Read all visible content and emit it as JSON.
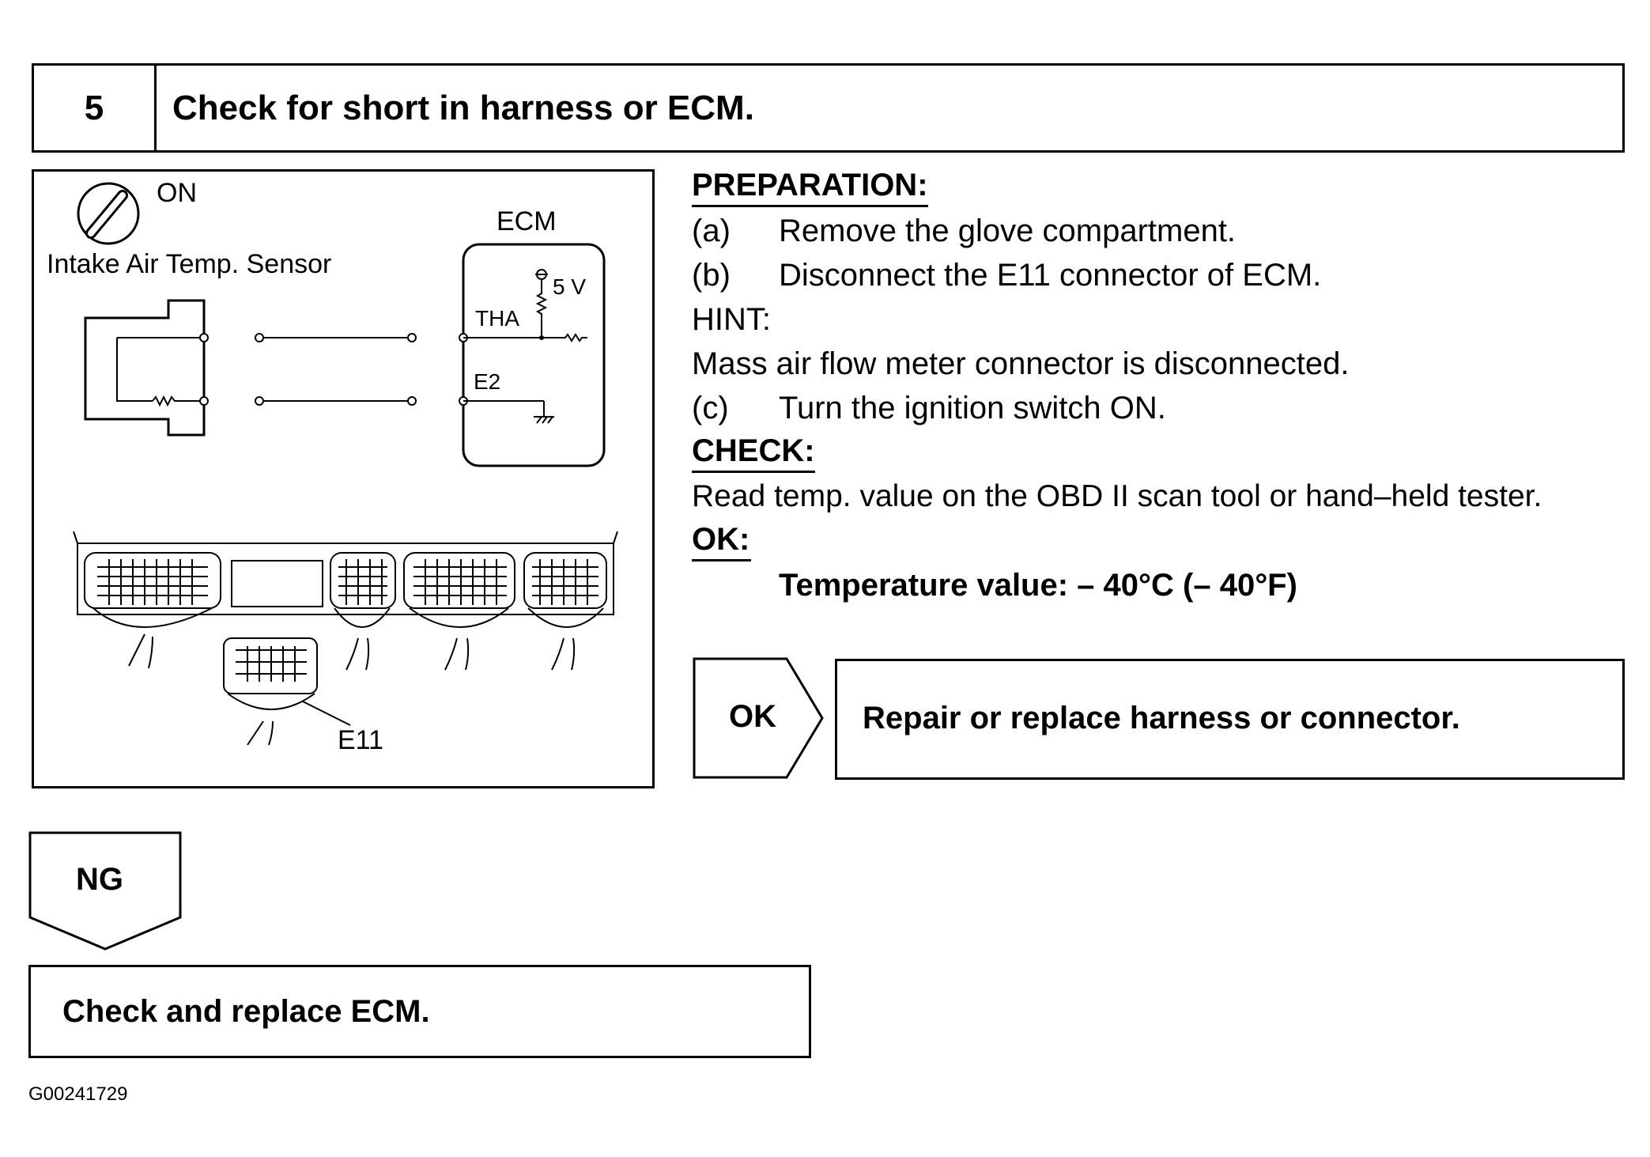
{
  "step": {
    "number": "5",
    "title": "Check for short in harness or ECM."
  },
  "diagram": {
    "ignition_label": "ON",
    "sensor_label": "Intake Air Temp. Sensor",
    "ecm_label": "ECM",
    "voltage_label": "5 V",
    "tha_label": "THA",
    "e2_label": "E2",
    "connector_label": "E11"
  },
  "preparation": {
    "heading": "PREPARATION:",
    "items": [
      {
        "key": "(a)",
        "text": "Remove the glove compartment."
      },
      {
        "key": "(b)",
        "text": "Disconnect the E11 connector of ECM."
      }
    ],
    "hint_label": "HINT:",
    "hint_text": "Mass air flow meter connector is disconnected.",
    "item_c": {
      "key": "(c)",
      "text": "Turn the ignition switch ON."
    }
  },
  "check": {
    "heading": "CHECK:",
    "text": "Read temp. value on the OBD II scan tool or hand–held tester."
  },
  "ok": {
    "heading": "OK:",
    "value": "Temperature value: – 40°C (– 40°F)"
  },
  "ok_branch": {
    "label": "OK",
    "action": "Repair or replace harness or connector."
  },
  "ng_branch": {
    "label": "NG",
    "action": "Check and replace ECM."
  },
  "figure_id": "G00241729"
}
